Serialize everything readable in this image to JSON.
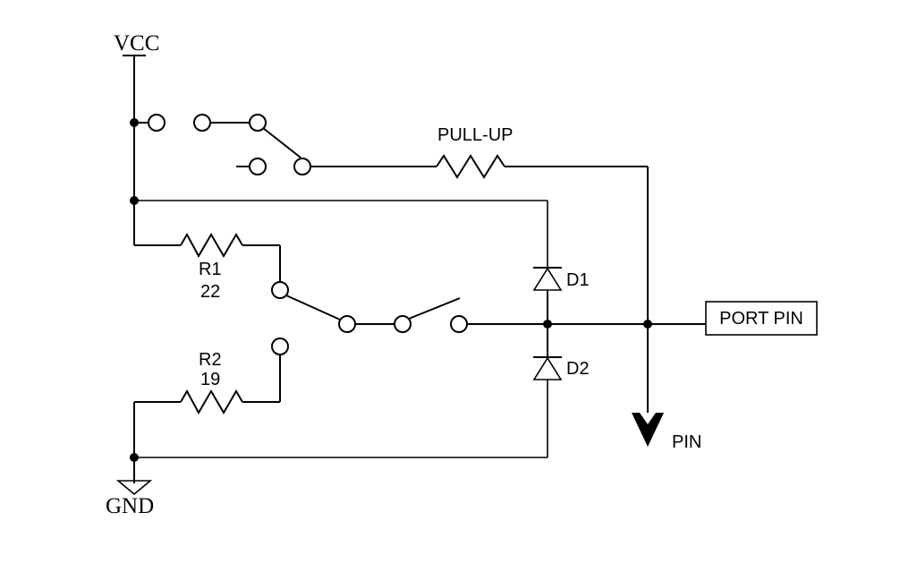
{
  "labels": {
    "vcc": "VCC",
    "gnd": "GND",
    "pull_up": "PULL-UP",
    "r1_name": "R1",
    "r1_value": "22",
    "r2_name": "R2",
    "r2_value": "19",
    "d1": "D1",
    "d2": "D2",
    "port_pin": "PORT PIN",
    "pin": "PIN"
  },
  "colors": {
    "line": "#000000",
    "background": "#ffffff"
  }
}
